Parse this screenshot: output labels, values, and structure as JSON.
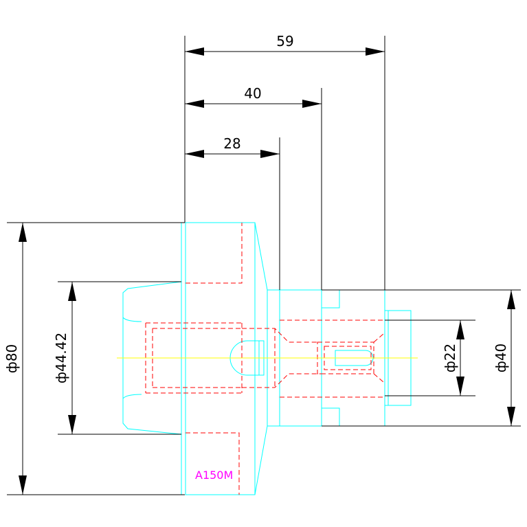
{
  "dimensions": {
    "length_59": "59",
    "length_40": "40",
    "length_28": "28",
    "dia_80": "ф80",
    "dia_44_42": "ф44.42",
    "dia_22": "ф22",
    "dia_40": "ф40"
  },
  "part_label": "A150M",
  "colors": {
    "dimension": "#000000",
    "outline": "#00ffff",
    "hidden": "#ff0000",
    "centerline": "#ffff00",
    "label": "#ff00ff",
    "background": "#ffffff"
  }
}
